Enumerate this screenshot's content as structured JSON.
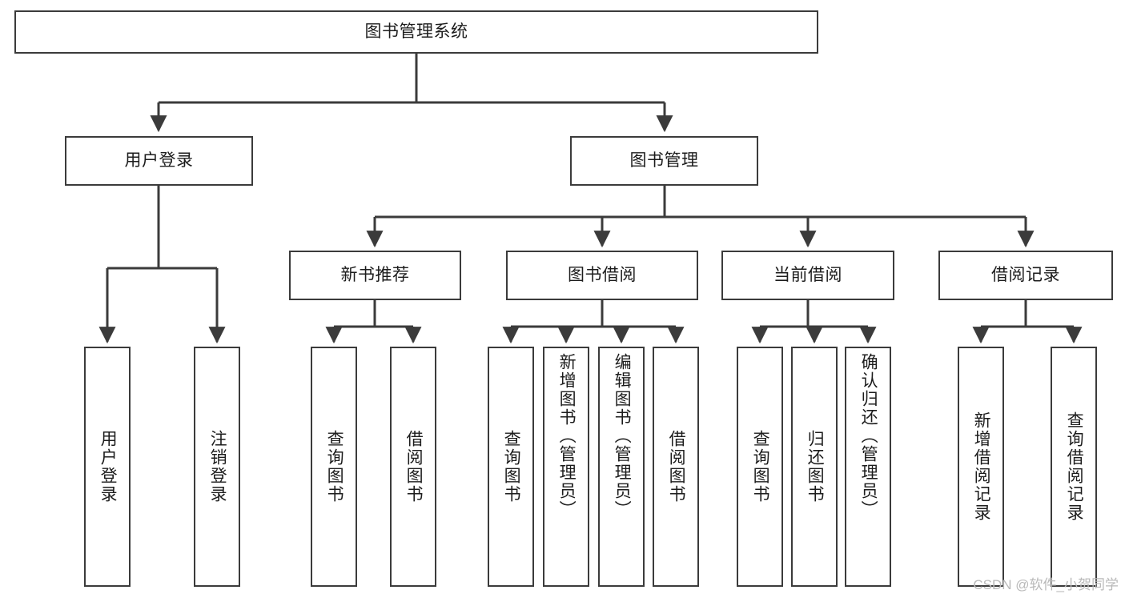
{
  "diagram": {
    "title": "图书管理系统",
    "type": "tree-hierarchy-diagram",
    "watermark": "CSDN @软件_小贺同学",
    "colors": {
      "box_border": "#3b3b3b",
      "box_fill": "#ffffff",
      "edge": "#3b3b3b",
      "text": "#1c1c1c",
      "watermark": "#b9b9b9"
    },
    "nodes": {
      "root": {
        "label": "图书管理系统"
      },
      "level2": [
        {
          "id": "user-login",
          "label": "用户登录"
        },
        {
          "id": "book-management",
          "label": "图书管理"
        }
      ],
      "level3": [
        {
          "id": "new-book-recommend",
          "label": "新书推荐"
        },
        {
          "id": "book-borrow",
          "label": "图书借阅"
        },
        {
          "id": "current-borrow",
          "label": "当前借阅"
        },
        {
          "id": "borrow-record",
          "label": "借阅记录"
        }
      ],
      "leaves": {
        "user-login": [
          {
            "id": "leaf-user-login",
            "label": "用户登录"
          },
          {
            "id": "leaf-user-logout",
            "label": "注销登录"
          }
        ],
        "new-book-recommend": [
          {
            "id": "leaf-query-book-1",
            "label": "查询图书"
          },
          {
            "id": "leaf-borrow-book-1",
            "label": "借阅图书"
          }
        ],
        "book-borrow": [
          {
            "id": "leaf-query-book-2",
            "label": "查询图书"
          },
          {
            "id": "leaf-add-book",
            "label": "新增图书（管理员）"
          },
          {
            "id": "leaf-edit-book",
            "label": "编辑图书（管理员）"
          },
          {
            "id": "leaf-borrow-book-2",
            "label": "借阅图书"
          }
        ],
        "current-borrow": [
          {
            "id": "leaf-query-book-3",
            "label": "查询图书"
          },
          {
            "id": "leaf-return-book",
            "label": "归还图书"
          },
          {
            "id": "leaf-confirm-return",
            "label": "确认归还（管理员）"
          }
        ],
        "borrow-record": [
          {
            "id": "leaf-add-record",
            "label": "新增借阅记录"
          },
          {
            "id": "leaf-query-record",
            "label": "查询借阅记录"
          }
        ]
      }
    }
  }
}
